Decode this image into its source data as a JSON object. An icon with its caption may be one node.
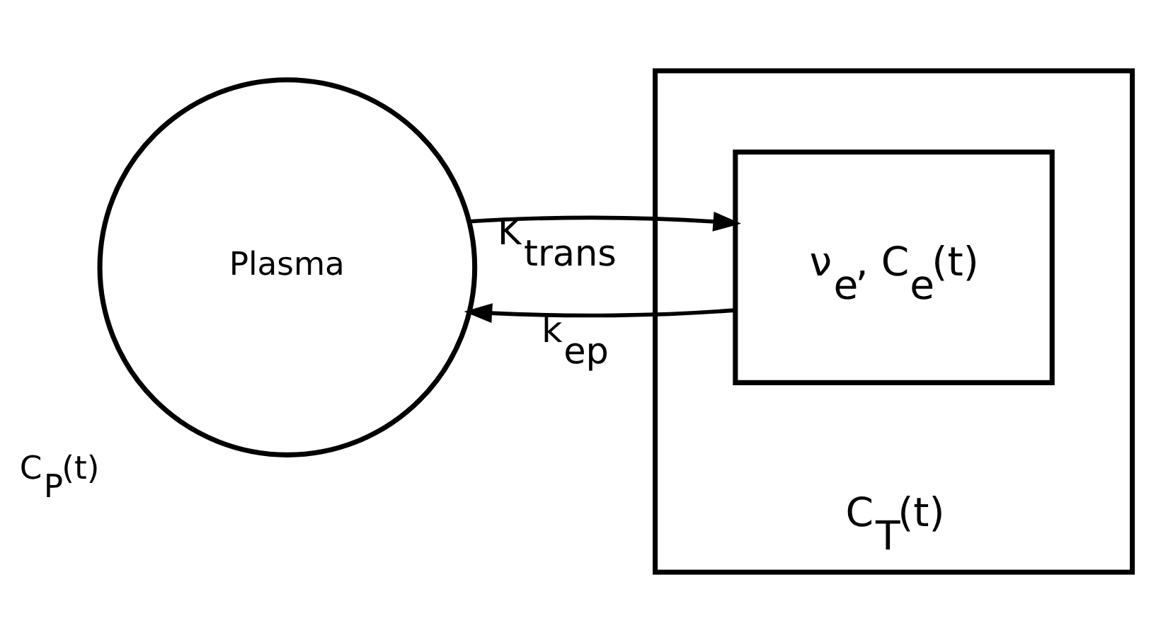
{
  "diagram": {
    "nodes": [
      {
        "text": [
          "Plasma"
        ],
        "beside": [
          "C$_{P}$(t)"
        ]
      },
      {
        "text": [],
        "shape": "box",
        "beside": [
          "C$_{T}$(t)"
        ]
      },
      {
        "text": [
          "ν$_{e}$, C$_{e}$(t)"
        ],
        "in": 1
      }
    ],
    "edges": [
      {
        "from": 0,
        "to": 2,
        "arrow": "to",
        "label": "K$_{trans}$"
      },
      {
        "from": 2,
        "to": 0,
        "arrow": "to",
        "label": "k$_{ep}$"
      }
    ]
  }
}
